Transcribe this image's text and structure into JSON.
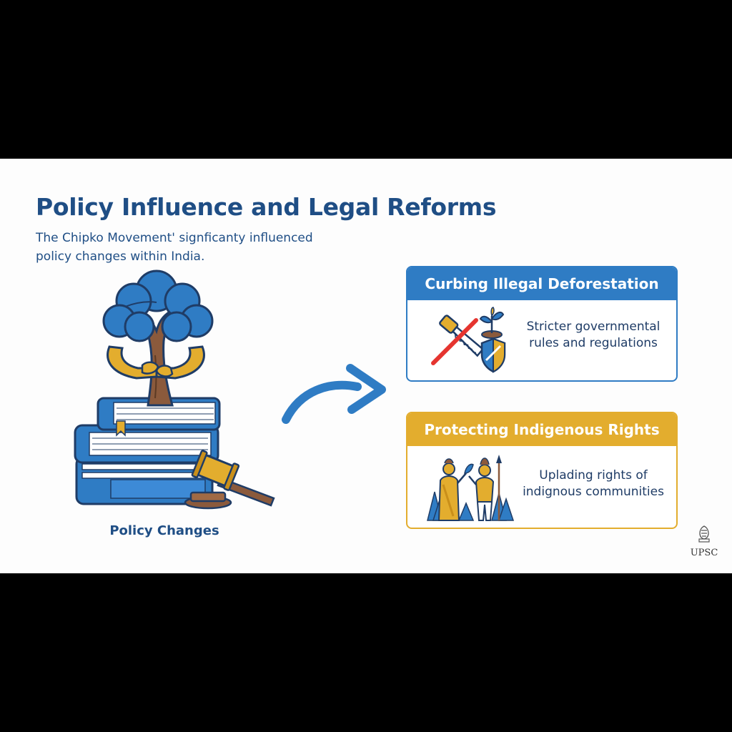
{
  "slide": {
    "title": "Policy Influence and Legal Reforms",
    "subtitle": "The Chipko Movement' signficanty influenced policy changes within India.",
    "illustration_label": "Policy Changes"
  },
  "cards": [
    {
      "header": "Curbing Illegal Deforestation",
      "text": "Stricter governmental rules and regulations",
      "color": "#2f7cc4",
      "icon": "no-saw-sapling-shield-icon"
    },
    {
      "header": "Protecting Indigenous Rights",
      "text": "Uplading rights of indignous communities",
      "color": "#e3ad2e",
      "icon": "indigenous-people-forest-icon"
    }
  ],
  "logo": {
    "text": "UPSC",
    "icon": "emblem-icon"
  },
  "colors": {
    "primary_blue": "#2f7cc4",
    "title_navy": "#1f4e85",
    "gold": "#e3ad2e",
    "trunk_brown": "#8b5a3c"
  }
}
